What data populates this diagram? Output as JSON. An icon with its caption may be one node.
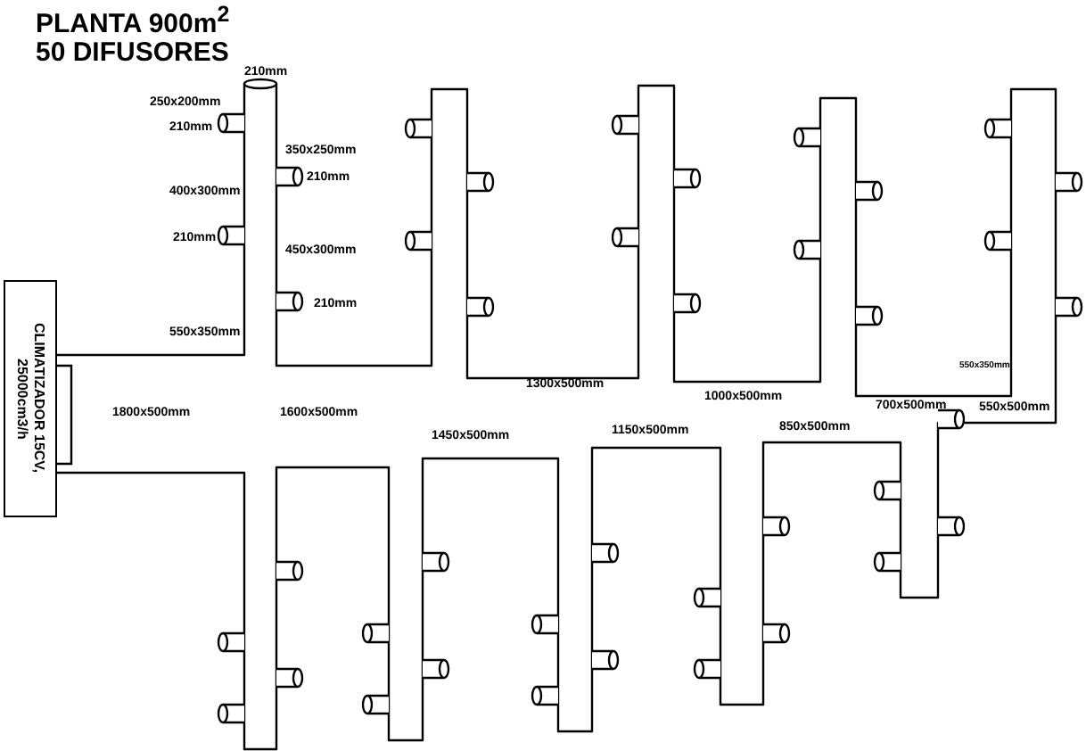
{
  "diagram": {
    "title": "PLANTA 900m$^{2}$ 50 DIFUSORES",
    "nodes": [
      {
        "text": [
          "CLIMATIZADOR 15CV, 25000cm3/h"
        ]
      }
    ],
    "labels": [
      "210mm",
      "250x200mm",
      "210mm",
      "350x250mm",
      "210mm",
      "400x300mm",
      "210mm",
      "450x300mm",
      "210mm",
      "550x350mm",
      "1800x500mm",
      "1600x500mm",
      "1300x500mm",
      "1000x500mm",
      "550x350mm",
      "700x500mm",
      "550x500mm",
      "1450x500mm",
      "1150x500mm",
      "850x500mm"
    ]
  }
}
